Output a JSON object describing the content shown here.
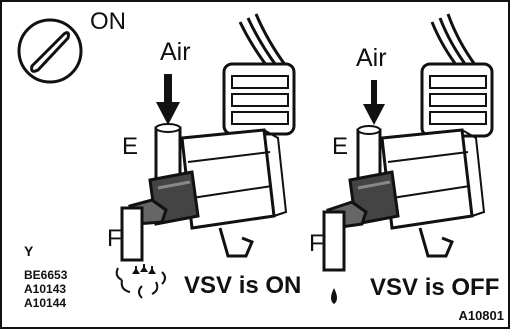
{
  "top_label": "ON",
  "left": {
    "air_label": "Air",
    "port_e": "E",
    "port_f": "F",
    "status": "VSV is ON"
  },
  "right": {
    "air_label": "Air",
    "port_e": "E",
    "port_f": "F",
    "status": "VSV is OFF"
  },
  "side_mark": "Y",
  "ref_codes": [
    "BE6653",
    "A10143",
    "A10144"
  ],
  "figure_code": "A10801",
  "icons": [
    "ohmmeter-continuity-icon",
    "air-arrow-icon",
    "air-outflow-icon",
    "drip-icon"
  ]
}
